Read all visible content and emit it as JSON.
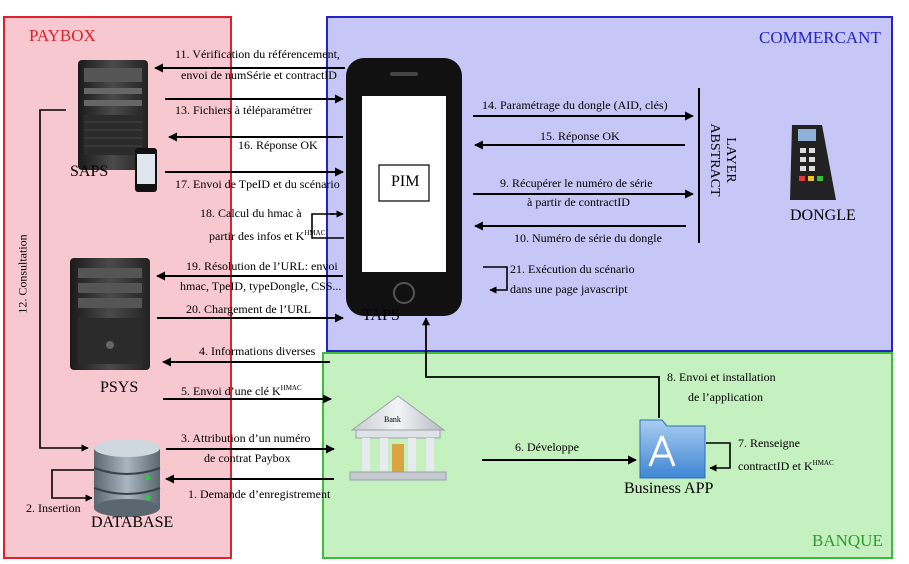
{
  "colors": {
    "paybox_fill": "#f7c8cf",
    "paybox_border": "#e0202b",
    "paybox_text": "#e0202b",
    "commercant_fill": "#c7c7f7",
    "commercant_border": "#2323c8",
    "commercant_text": "#2323c8",
    "banque_fill": "#c5f0c0",
    "banque_border": "#3fba3f",
    "banque_text": "#2f9a2f"
  },
  "zones": {
    "paybox": "PAYBOX",
    "commercant": "COMMERCANT",
    "banque": "BANQUE"
  },
  "nodes": {
    "saps": "SAPS",
    "psys": "PSYS",
    "database": "DATABASE",
    "taps": "TAPS",
    "pim": "PIM",
    "dongle": "DONGLE",
    "business_app": "Business APP",
    "bank": "Bank",
    "abstract_layer_1": "ABSTRACT",
    "abstract_layer_2": "LAYER"
  },
  "steps": {
    "s1": "1. Demande d’enregistrement",
    "s2": "2. Insertion",
    "s3a": "3. Attribution d’un numéro",
    "s3b": "de contrat Paybox",
    "s4": "4. Informations diverses",
    "s5": "5. Envoi d’une clé K",
    "s5_sup": "HMAC",
    "s6": "6. Développe",
    "s7a": "7. Renseigne",
    "s7b": "contractID et K",
    "s7_sup": "HMAC",
    "s8a": "8. Envoi et installation",
    "s8b": "de l’application",
    "s9a": "9. Récupérer le numéro de série",
    "s9b": "à partir de contractID",
    "s10": "10. Numéro de série du dongle",
    "s11a": "11. Vérification du référencement,",
    "s11b": "envoi de numSérie et contractID",
    "s12": "12. Consultation",
    "s13": "13. Fichiers à téléparamétrer",
    "s14": "14. Paramétrage du dongle (AID, clés)",
    "s15": "15. Réponse OK",
    "s16": "16. Réponse OK",
    "s17": "17. Envoi de TpeID et du scénario",
    "s18a": "18. Calcul du hmac à",
    "s18b": "partir des infos et K",
    "s18_sup": "HMAC",
    "s19a": "19. Résolution de l’URL: envoi",
    "s19b": "hmac, TpeID, typeDongle, CSS...",
    "s20": "20. Chargement de l’URL",
    "s21a": "21. Exécution du scénario",
    "s21b": "dans une page javascript"
  }
}
